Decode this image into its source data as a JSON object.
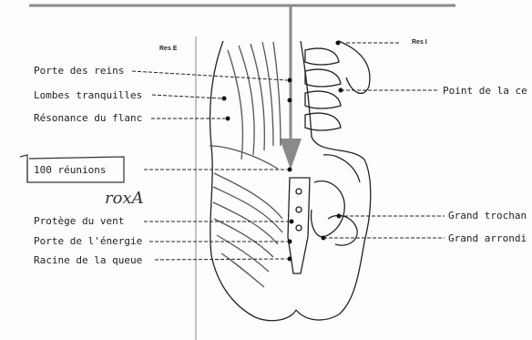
{
  "header_small": {
    "left": "Res E",
    "right": "Res I"
  },
  "labels_left": [
    {
      "id": "porte-des-reins",
      "text": "Porte des reins"
    },
    {
      "id": "lombes-tranquilles",
      "text": "Lombes tranquilles"
    },
    {
      "id": "resonance-du-flanc",
      "text": "Résonance du flanc"
    },
    {
      "id": "100-reunions",
      "text": "100 réunions"
    },
    {
      "id": "protege-du-vent",
      "text": "Protège du vent"
    },
    {
      "id": "porte-de-l-energie",
      "text": "Porte de l'énergie"
    },
    {
      "id": "racine-de-la-queue",
      "text": "Racine de la queue"
    }
  ],
  "labels_right": [
    {
      "id": "point-de-la-ce",
      "text": "Point de la ce"
    },
    {
      "id": "grand-trochan",
      "text": "Grand trochan"
    },
    {
      "id": "grand-arrondi",
      "text": "Grand arrondi"
    }
  ],
  "handwriting": {
    "note": "roxA"
  }
}
